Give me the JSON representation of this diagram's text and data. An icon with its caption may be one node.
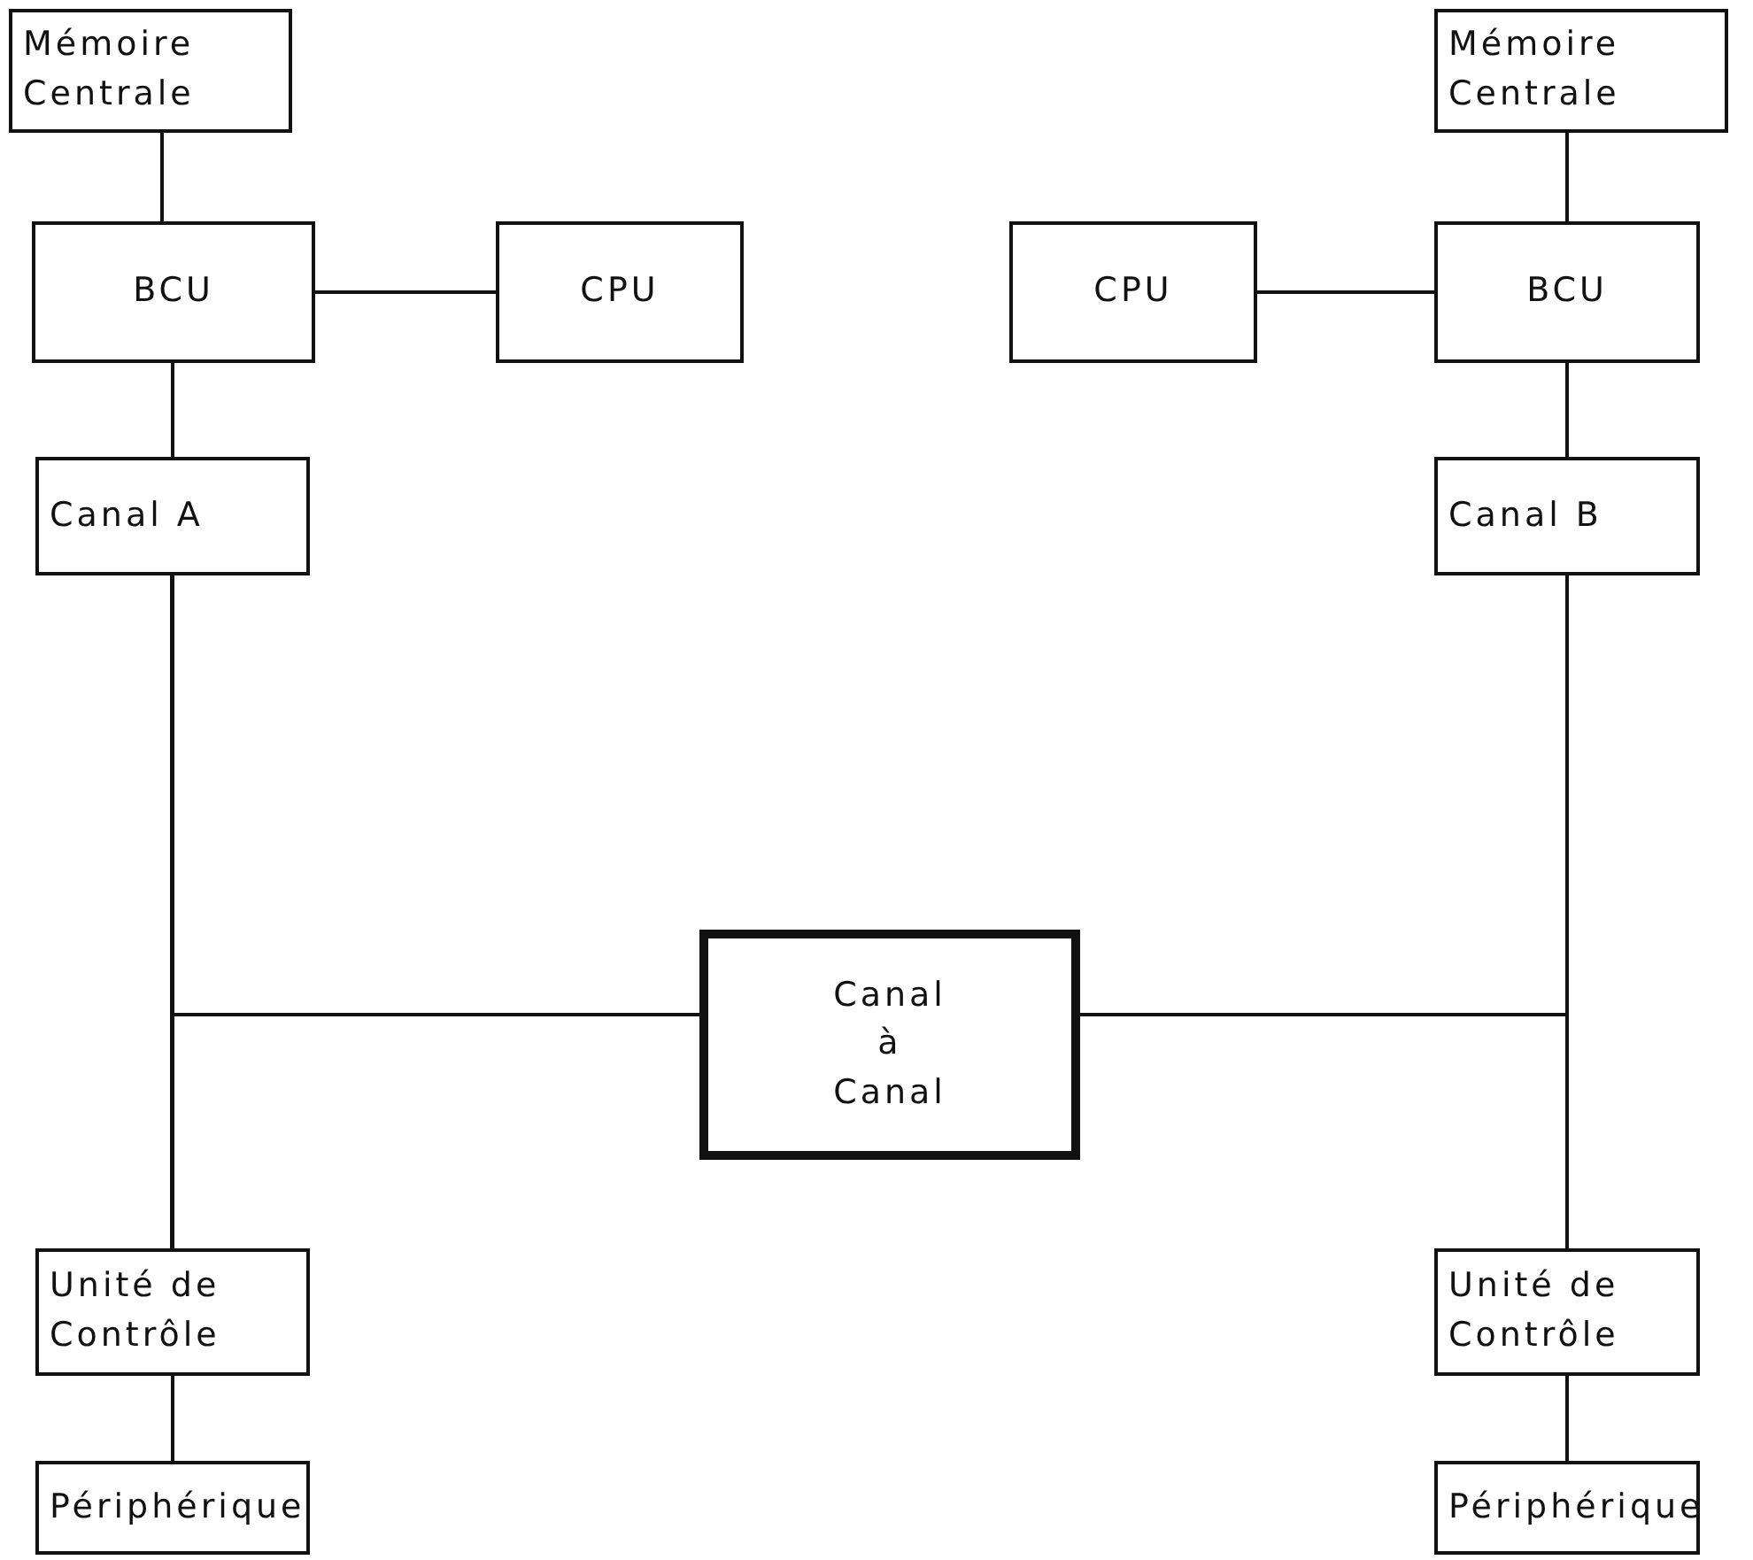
{
  "diagram": {
    "nodes": [
      {
        "text": [
          "Mémoire Centrale"
        ]
      },
      {
        "text": [
          "Mémoire Centrale"
        ]
      },
      {
        "text": [
          "BCU"
        ]
      },
      {
        "text": [
          "CPU"
        ]
      },
      {
        "text": [
          "CPU"
        ]
      },
      {
        "text": [
          "BCU"
        ]
      },
      {
        "text": [
          "Canal A"
        ]
      },
      {
        "text": [
          "Canal B"
        ]
      },
      {
        "text": [
          "Canal à Canal"
        ]
      },
      {
        "text": [
          "Unité de Contrôle"
        ]
      },
      {
        "text": [
          "Unité de Contrôle"
        ]
      },
      {
        "text": [
          "Périphérique"
        ]
      },
      {
        "text": [
          "Périphérique"
        ]
      }
    ],
    "edges": [
      {
        "from": 0,
        "to": 2,
        "arrow": "none"
      },
      {
        "from": 2,
        "to": 3,
        "arrow": "none"
      },
      {
        "from": 4,
        "to": 5,
        "arrow": "none"
      },
      {
        "from": 1,
        "to": 5,
        "arrow": "none"
      },
      {
        "from": 2,
        "to": 6,
        "arrow": "none"
      },
      {
        "from": 5,
        "to": 7,
        "arrow": "none"
      },
      {
        "from": 6,
        "to": 9,
        "arrow": "none"
      },
      {
        "from": 6,
        "to": 8,
        "arrow": "none"
      },
      {
        "from": 8,
        "to": 9,
        "arrow": "none"
      },
      {
        "from": 7,
        "to": 10,
        "arrow": "none"
      },
      {
        "from": 8,
        "to": 7,
        "arrow": "none"
      },
      {
        "from": 8,
        "to": 10,
        "arrow": "none"
      },
      {
        "from": 9,
        "to": 11,
        "arrow": "none"
      },
      {
        "from": 10,
        "to": 12,
        "arrow": "none"
      }
    ]
  }
}
